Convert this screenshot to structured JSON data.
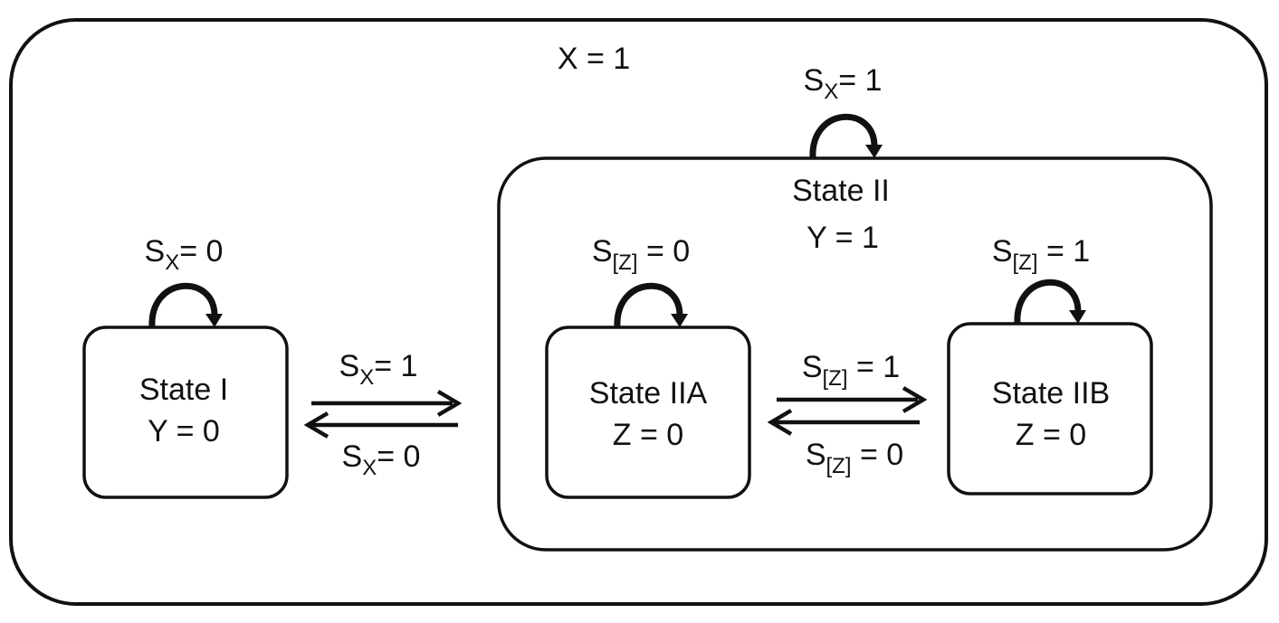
{
  "outer": {
    "label": "X = 1"
  },
  "state_ii": {
    "title": "State II",
    "value": "Y = 1",
    "self_loop": {
      "base": "S",
      "sub": "X",
      "rest": "= 1"
    }
  },
  "state_i": {
    "title": "State I",
    "value": "Y = 0",
    "self_loop": {
      "base": "S",
      "sub": "X",
      "rest": "= 0"
    }
  },
  "state_iia": {
    "title": "State IIA",
    "value": "Z = 0",
    "self_loop": {
      "base": "S",
      "sub": "[Z]",
      "rest": " = 0"
    }
  },
  "state_iib": {
    "title": "State IIB",
    "value": "Z = 0",
    "self_loop": {
      "base": "S",
      "sub": "[Z]",
      "rest": " = 1"
    }
  },
  "transitions": {
    "i_to_ii": {
      "base": "S",
      "sub": "X",
      "rest": "= 1"
    },
    "ii_to_i": {
      "base": "S",
      "sub": "X",
      "rest": "= 0"
    },
    "iia_to_iib": {
      "base": "S",
      "sub": "[Z]",
      "rest": " = 1"
    },
    "iib_to_iia": {
      "base": "S",
      "sub": "[Z]",
      "rest": " = 0"
    }
  }
}
